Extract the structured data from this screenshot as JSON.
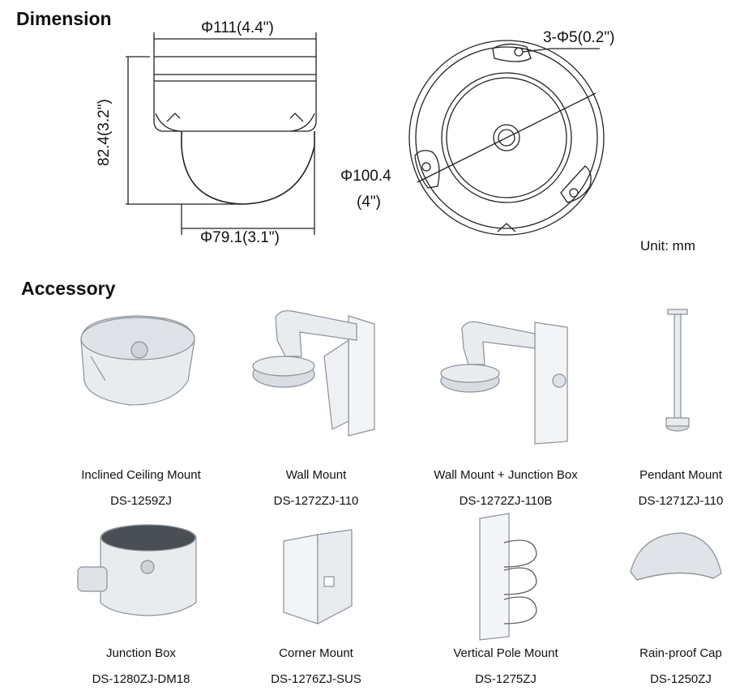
{
  "dimension": {
    "heading": "Dimension",
    "top_width": "Φ111(4.4\")",
    "height": "82.4(3.2\")",
    "bottom_width": "Φ79.1(3.1\")",
    "holes": "3-Φ5(0.2\")",
    "base_diameter_line1": "Φ100.4",
    "base_diameter_line2": "(4\")",
    "unit": "Unit: mm"
  },
  "accessory": {
    "heading": "Accessory",
    "items": [
      {
        "name": "Inclined Ceiling Mount",
        "model": "DS-1259ZJ",
        "icon": "inclined-ceiling-mount-icon"
      },
      {
        "name": "Wall Mount",
        "model": "DS-1272ZJ-110",
        "icon": "wall-mount-icon"
      },
      {
        "name": "Wall Mount + Junction Box",
        "model": "DS-1272ZJ-110B",
        "icon": "wall-mount-junction-box-icon"
      },
      {
        "name": "Pendant Mount",
        "model": "DS-1271ZJ-110",
        "icon": "pendant-mount-icon"
      },
      {
        "name": "Junction Box",
        "model": "DS-1280ZJ-DM18",
        "icon": "junction-box-icon"
      },
      {
        "name": "Corner Mount",
        "model": "DS-1276ZJ-SUS",
        "icon": "corner-mount-icon"
      },
      {
        "name": "Vertical Pole Mount",
        "model": "DS-1275ZJ",
        "icon": "vertical-pole-mount-icon"
      },
      {
        "name": "Rain-proof Cap",
        "model": "DS-1250ZJ",
        "icon": "rain-proof-cap-icon"
      }
    ]
  }
}
